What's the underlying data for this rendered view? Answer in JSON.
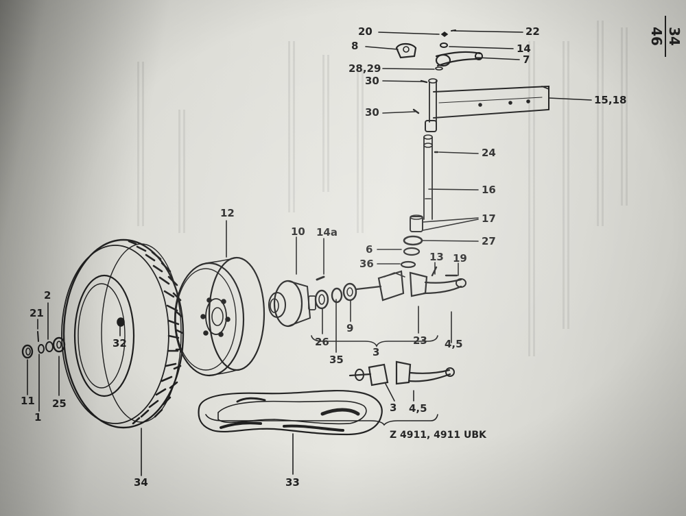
{
  "page_number": {
    "numerator": "34",
    "denominator": "46"
  },
  "caption": "Z 4911, 4911 UBK",
  "callouts": [
    {
      "id": "c20",
      "text": "20"
    },
    {
      "id": "c22",
      "text": "22"
    },
    {
      "id": "c8",
      "text": "8"
    },
    {
      "id": "c14",
      "text": "14"
    },
    {
      "id": "c7",
      "text": "7"
    },
    {
      "id": "c28",
      "text": "28,29"
    },
    {
      "id": "c30a",
      "text": "30"
    },
    {
      "id": "c30b",
      "text": "30"
    },
    {
      "id": "c15",
      "text": "15,18"
    },
    {
      "id": "c24",
      "text": "24"
    },
    {
      "id": "c16",
      "text": "16"
    },
    {
      "id": "c17",
      "text": "17"
    },
    {
      "id": "c27",
      "text": "27"
    },
    {
      "id": "c6",
      "text": "6"
    },
    {
      "id": "c36",
      "text": "36"
    },
    {
      "id": "c13",
      "text": "13"
    },
    {
      "id": "c19",
      "text": "19"
    },
    {
      "id": "c12",
      "text": "12"
    },
    {
      "id": "c10",
      "text": "10"
    },
    {
      "id": "c14a",
      "text": "14a"
    },
    {
      "id": "c2",
      "text": "2"
    },
    {
      "id": "c21",
      "text": "21"
    },
    {
      "id": "c32",
      "text": "32"
    },
    {
      "id": "c26",
      "text": "26"
    },
    {
      "id": "c35",
      "text": "35"
    },
    {
      "id": "c9",
      "text": "9"
    },
    {
      "id": "c23",
      "text": "23"
    },
    {
      "id": "c45a",
      "text": "4,5"
    },
    {
      "id": "c3a",
      "text": "3"
    },
    {
      "id": "c11",
      "text": "11"
    },
    {
      "id": "c1",
      "text": "1"
    },
    {
      "id": "c25",
      "text": "25"
    },
    {
      "id": "c3b",
      "text": "3"
    },
    {
      "id": "c45b",
      "text": "4,5"
    },
    {
      "id": "c34",
      "text": "34"
    },
    {
      "id": "c33",
      "text": "33"
    }
  ]
}
